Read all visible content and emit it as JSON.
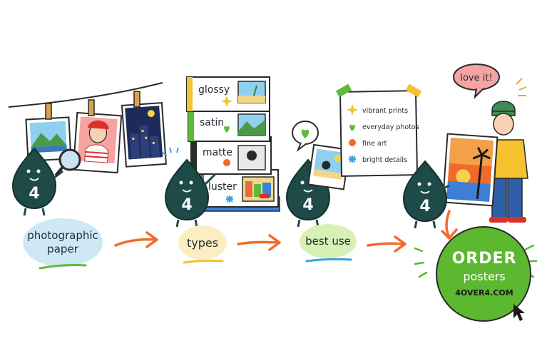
{
  "flow": {
    "step1_label": "photographic paper",
    "step2_label": "types",
    "step3_label": "best use"
  },
  "paper_types": [
    {
      "name": "glossy"
    },
    {
      "name": "satin"
    },
    {
      "name": "matte"
    },
    {
      "name": "luster"
    }
  ],
  "checklist": [
    {
      "text": "vibrant prints",
      "icon": "sparkle-icon",
      "color": "#f2c230"
    },
    {
      "text": "everyday photos",
      "icon": "heart-icon",
      "color": "#5dbb3a"
    },
    {
      "text": "fine art",
      "icon": "flower-icon",
      "color": "#f06a2a"
    },
    {
      "text": "bright details",
      "icon": "snowflake-icon",
      "color": "#3aa0e0"
    }
  ],
  "mascot": {
    "number": "4"
  },
  "speech": {
    "love": "love it!"
  },
  "cta": {
    "line1": "ORDER",
    "line2": "posters",
    "url": "4OVER4.COM"
  },
  "colors": {
    "mascot": "#1e4a47",
    "arrow": "#f26a2a",
    "cta_green": "#5cb82f",
    "blob1": "#cfe8f6",
    "blob2": "#fbefc2",
    "blob3": "#d7f0b4",
    "love_bubble": "#f6a3a3"
  }
}
